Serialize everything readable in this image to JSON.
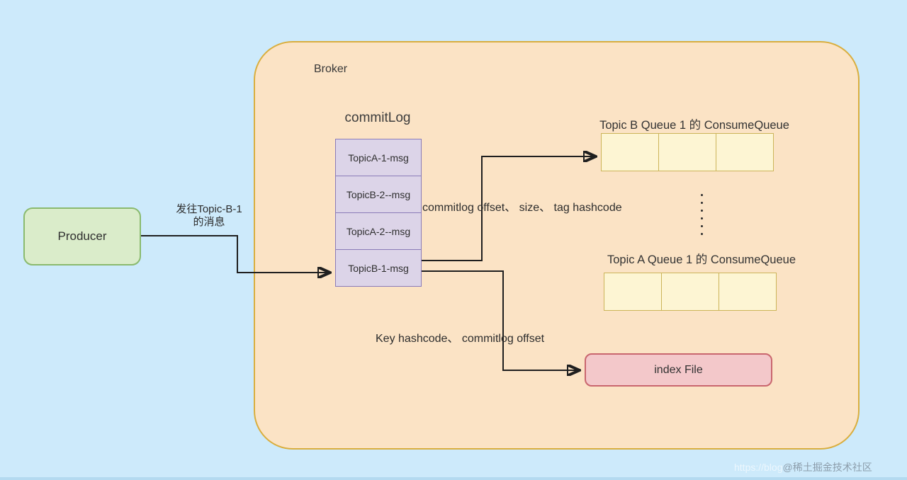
{
  "background_color": "#cdeafb",
  "broker": {
    "label": "Broker",
    "fill": "#fbe3c5",
    "border": "#d9ae3e"
  },
  "producer": {
    "label": "Producer",
    "fill": "#daecca",
    "border": "#8aba6e"
  },
  "producer_arrow_label": {
    "line1": "发往Topic-B-1",
    "line2": "的消息"
  },
  "commitlog": {
    "title": "commitLog",
    "fill": "#dcd4e8",
    "border": "#8a7bb8",
    "cells": [
      "TopicA-1-msg",
      "TopicB-2--msg",
      "TopicA-2--msg",
      "TopicB-1-msg"
    ]
  },
  "consume_queue_b": {
    "title": "Topic B Queue 1 的 ConsumeQueue",
    "cell_count": 3,
    "fill": "#fdf5d3",
    "border": "#ccb459"
  },
  "consume_queue_a": {
    "title": "Topic A Queue 1 的 ConsumeQueue",
    "cell_count": 3,
    "fill": "#fdf5d3",
    "border": "#ccb459"
  },
  "annotations": {
    "to_consume_queue": "commitlog offset、 size、 tag hashcode",
    "to_index_file": "Key hashcode、 commitlog offset"
  },
  "index_file": {
    "label": "index File",
    "fill": "#f3c8ca",
    "border": "#c9666e"
  },
  "arrow_color": "#1f1f1f",
  "watermark": {
    "faint": "https://blog",
    "main": "@稀土掘金技术社区"
  }
}
